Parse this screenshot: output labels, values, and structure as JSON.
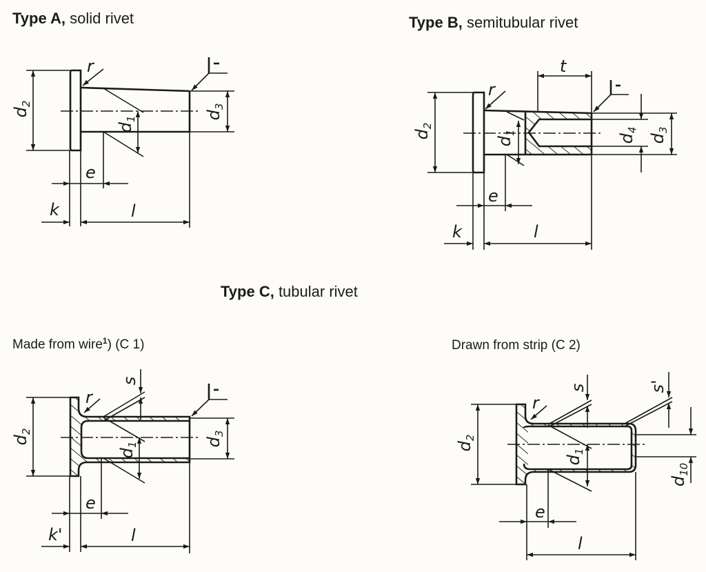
{
  "headings": {
    "type_a": {
      "bold": "Type A,",
      "rest": " solid rivet"
    },
    "type_b": {
      "bold": "Type B,",
      "rest": " semitubular rivet"
    },
    "type_c": {
      "bold": "Type C,",
      "rest": " tubular rivet"
    }
  },
  "subheadings": {
    "c1": {
      "text": "Made from wire",
      "footnote": "1",
      "suffix": ") (C 1)"
    },
    "c2": {
      "text": "Drawn from strip (C 2)"
    }
  },
  "labels": {
    "r": "r",
    "d": "d",
    "d1_sub": "1",
    "d2_sub": "2",
    "d3_sub": "3",
    "d4_sub": "4",
    "d10_sub": "10",
    "e": "e",
    "k": "k",
    "k_prime": "k'",
    "l": "l",
    "t": "t",
    "s": "s",
    "s_prime": "s'",
    "surface_symbol": "-"
  }
}
